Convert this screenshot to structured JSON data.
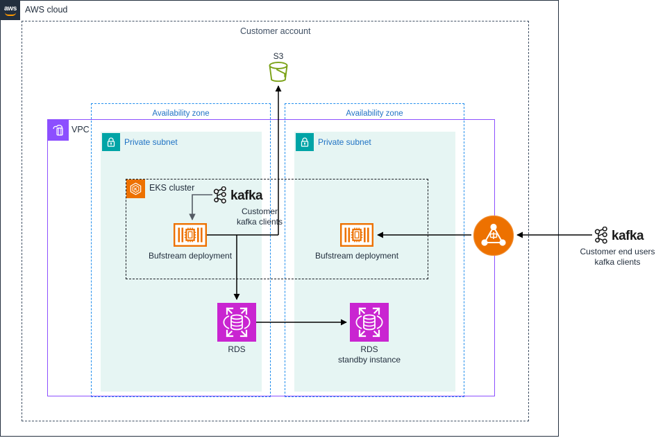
{
  "diagram": {
    "title": "AWS cloud",
    "aws_logo_text": "aws",
    "colors": {
      "aws_navy": "#232f3e",
      "aws_orange": "#ed7100",
      "vpc_purple": "#8c4fff",
      "az_blue": "#1f8ded",
      "subnet_teal": "#00a4a6",
      "subnet_fill": "#e6f5f3",
      "rds_magenta": "#c925d1",
      "s3_green": "#7aa116",
      "kafka_black": "#1a1a1a"
    }
  },
  "aws_cloud": {
    "label": "AWS cloud",
    "icon": "aws-logo-icon"
  },
  "customer_account": {
    "label": "Customer account"
  },
  "vpc": {
    "label": "VPC",
    "icon": "vpc-icon"
  },
  "s3": {
    "label": "S3",
    "icon": "s3-bucket-icon"
  },
  "availability_zones": [
    {
      "label": "Availability zone"
    },
    {
      "label": "Availability zone"
    }
  ],
  "subnets": [
    {
      "label": "Private subnet",
      "icon": "lock-icon"
    },
    {
      "label": "Private subnet",
      "icon": "lock-icon"
    }
  ],
  "eks_cluster": {
    "label": "EKS cluster",
    "icon": "eks-icon"
  },
  "nodes": {
    "kafka_internal": {
      "logo_text": "kafka",
      "caption_line1": "Customer",
      "caption_line2": "kafka clients",
      "icon": "kafka-logo-icon"
    },
    "kafka_external": {
      "logo_text": "kafka",
      "caption_line1": "Customer end users",
      "caption_line2": "kafka clients",
      "icon": "kafka-logo-icon"
    },
    "bufstream_left": {
      "label": "Bufstream deployment",
      "icon": "bufstream-chip-icon"
    },
    "bufstream_right": {
      "label": "Bufstream deployment",
      "icon": "bufstream-chip-icon"
    },
    "rds_primary": {
      "label": "RDS",
      "icon": "rds-icon"
    },
    "rds_standby": {
      "caption_line1": "RDS",
      "caption_line2": "standby instance",
      "icon": "rds-icon"
    },
    "load_balancer": {
      "icon": "network-load-balancer-icon"
    }
  }
}
